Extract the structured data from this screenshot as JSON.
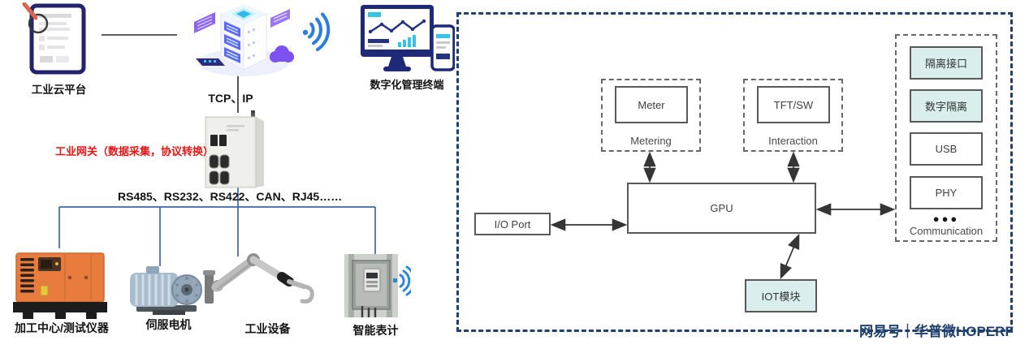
{
  "left": {
    "cloud_platform_label": "工业云平台",
    "tcp_ip_label": "TCP、IP",
    "terminal_label": "数字化管理终端",
    "gateway_label": "工业网关（数据采集，协议转换）",
    "protocols_label": "RS485、RS232、RS422、CAN、RJ45……",
    "devices": [
      {
        "label": "加工中心/测试仪器"
      },
      {
        "label": "伺服电机"
      },
      {
        "label": "工业设备"
      },
      {
        "label": "智能表计"
      }
    ]
  },
  "right": {
    "metering": {
      "box": "Meter",
      "label": "Metering"
    },
    "interaction": {
      "box": "TFT/SW",
      "label": "Interaction"
    },
    "communication": {
      "items": [
        {
          "label": "隔离接口",
          "highlight": true
        },
        {
          "label": "数字隔离",
          "highlight": true
        },
        {
          "label": "USB",
          "highlight": false
        },
        {
          "label": "PHY",
          "highlight": false
        }
      ],
      "dots": "●●●",
      "label": "Communication"
    },
    "gpu_label": "GPU",
    "io_port_label": "I/O Port",
    "iot_label": "IOT模块"
  },
  "watermark": {
    "text": "网易号｜华普微HOPERF"
  },
  "colors": {
    "outer_dashed_border": "#20406e",
    "highlight_cyan": "#d9eeed",
    "red_annotation": "#e81414",
    "network_line_blue": "#3a68a6",
    "wifi_blue": "#2b7de0",
    "illustration_navy": "#1e2a78"
  }
}
